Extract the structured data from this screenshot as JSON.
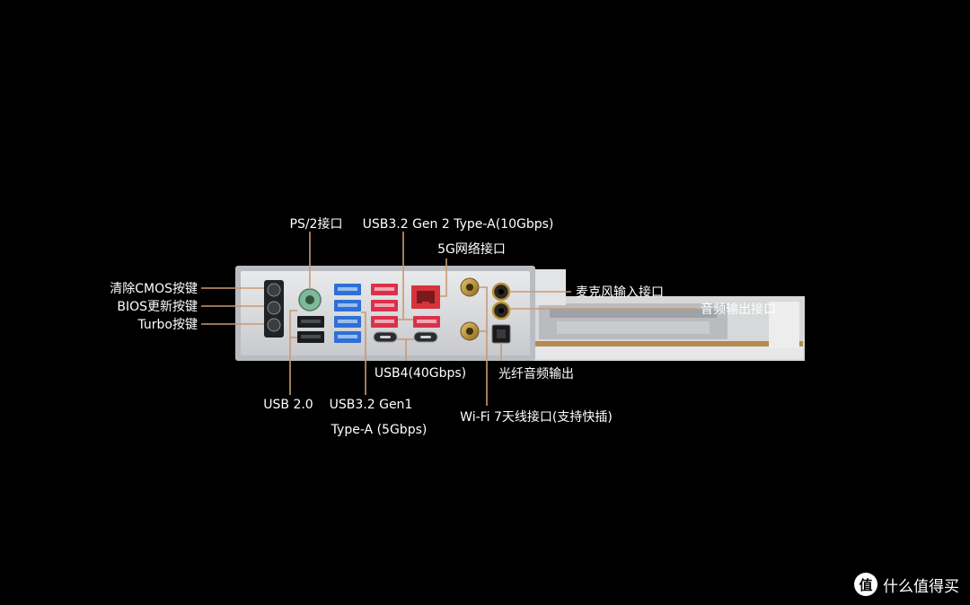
{
  "labels": {
    "clear_cmos": "清除CMOS按键",
    "bios_update": "BIOS更新按键",
    "turbo": "Turbo按键",
    "ps2": "PS/2接口",
    "usb32_gen2": "USB3.2 Gen 2 Type-A(10Gbps)",
    "lan_5g": "5G网络接口",
    "mic_in": "麦克风输入接口",
    "audio_out": "音频输出接口",
    "optical": "光纤音频输出",
    "usb4": "USB4(40Gbps)",
    "usb20": "USB 2.0",
    "usb32_gen1_line1": "USB3.2 Gen1",
    "usb32_gen1_line2": "Type-A (5Gbps)",
    "wifi7": "Wi-Fi 7天线接口(支持快插)"
  },
  "watermark": {
    "icon_text": "值",
    "text": "什么值得买"
  },
  "colors": {
    "background": "#000000",
    "leader_line": "#c99a72",
    "usb3_blue": "#2f6fd6",
    "usb_red": "#d9324a",
    "ps2_green": "#7fb89a",
    "gold": "#b8923a"
  }
}
